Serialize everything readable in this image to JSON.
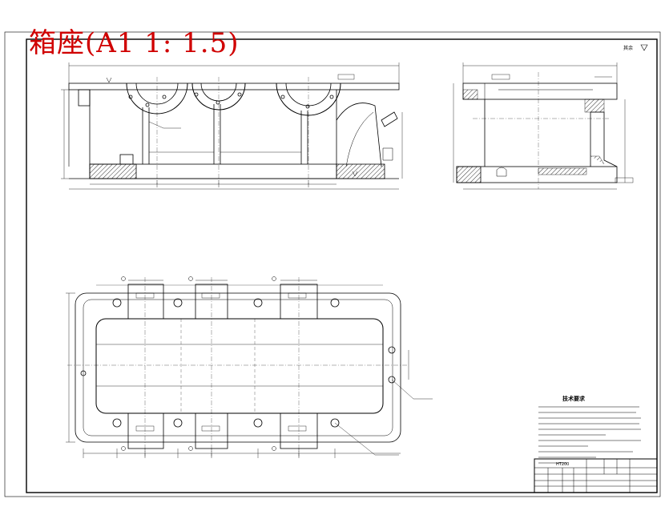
{
  "drawing": {
    "title": "箱座(A1 1: 1.5)",
    "roughness_note": "其余",
    "tech_req": {
      "heading": "技术要求"
    },
    "title_block": {
      "material": "HT200"
    }
  },
  "colors": {
    "line": "#000000",
    "title": "#d00000",
    "background": "#ffffff"
  }
}
